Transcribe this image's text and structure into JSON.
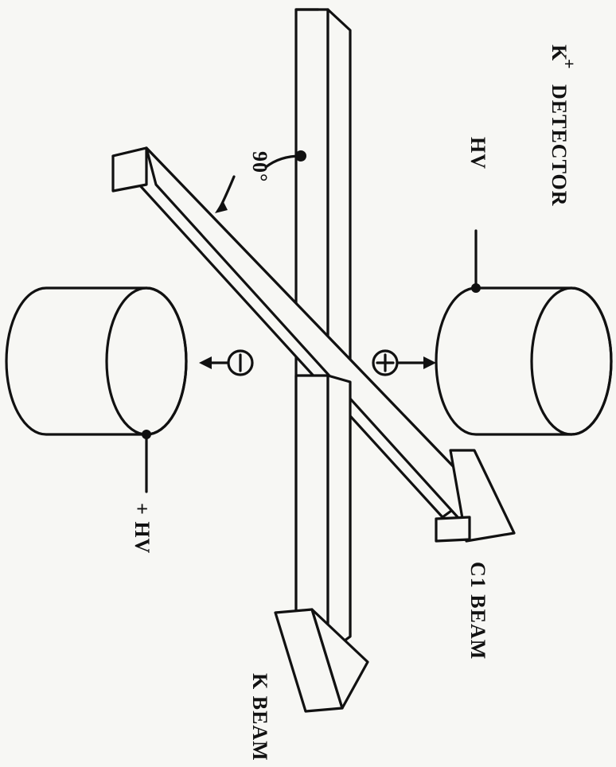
{
  "labels": {
    "detector_title": "K",
    "detector_sup": "+",
    "detector_word": "DETECTOR",
    "hv_top": "HV",
    "hv_bottom": "+ HV",
    "angle": "90°",
    "c1_beam": "C1 BEAM",
    "k_beam": "K BEAM",
    "plus_sign": "+",
    "minus_sign": "−"
  },
  "colors": {
    "ink": "#111111",
    "paper": "#f7f7f4"
  }
}
